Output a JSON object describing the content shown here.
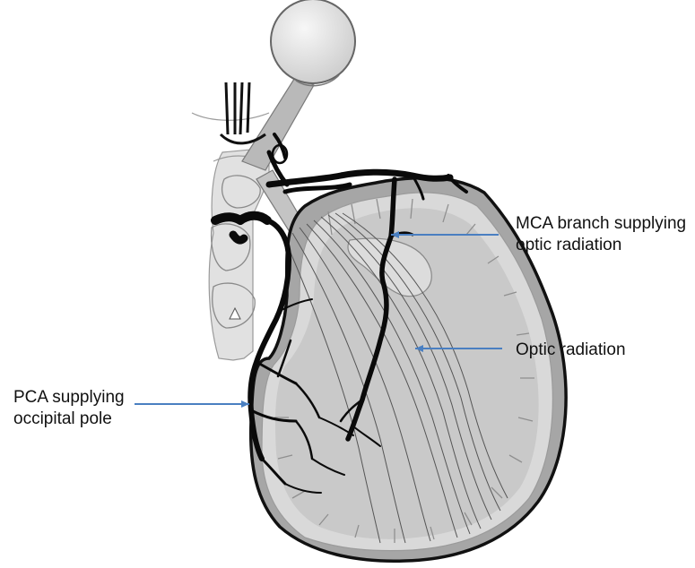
{
  "labels": {
    "mca_line1": "MCA branch supplying",
    "mca_line2": "optic radiation",
    "optic": "Optic radiation",
    "pca_line1": "PCA supplying",
    "pca_line2": "occipital pole"
  },
  "colors": {
    "arrow": "#4a7fc1",
    "vessel": "#0a0a0a",
    "brain_light": "#dcdcdc",
    "brain_mid": "#bfbfbf",
    "brain_cortex": "#a9a9a9",
    "outline": "#1a1a1a",
    "eye": "#e6e6e6"
  }
}
